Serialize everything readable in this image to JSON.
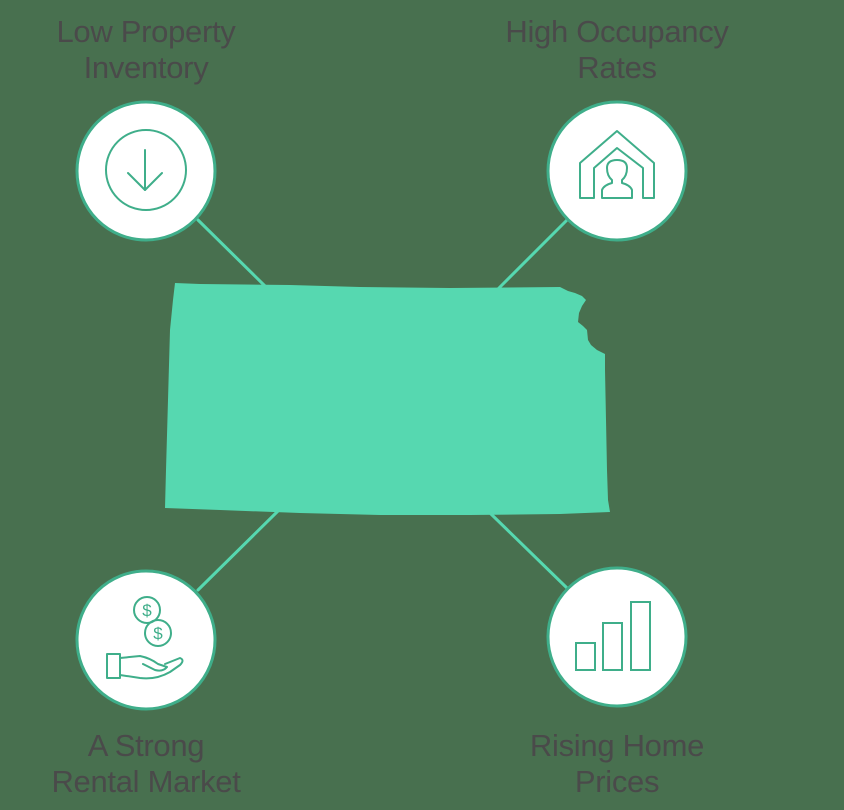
{
  "diagram": {
    "center_shape": "kansas-state-map",
    "colors": {
      "background": "#48704f",
      "map_fill": "#56d8b0",
      "connector": "#56d8b0",
      "circle_fill": "#ffffff",
      "circle_border": "#3fae8a",
      "icon_stroke": "#3fae8a",
      "label_text": "#4a4a4a"
    },
    "nodes": [
      {
        "id": "top-left",
        "lines": [
          "Low Property",
          "Inventory"
        ],
        "icon": "down-arrow-circle-icon"
      },
      {
        "id": "top-right",
        "lines": [
          "High Occupancy",
          "Rates"
        ],
        "icon": "house-person-icon"
      },
      {
        "id": "bottom-left",
        "lines": [
          "A Strong",
          "Rental Market"
        ],
        "icon": "hand-coins-icon"
      },
      {
        "id": "bottom-right",
        "lines": [
          "Rising Home",
          "Prices"
        ],
        "icon": "bar-chart-icon"
      }
    ]
  }
}
